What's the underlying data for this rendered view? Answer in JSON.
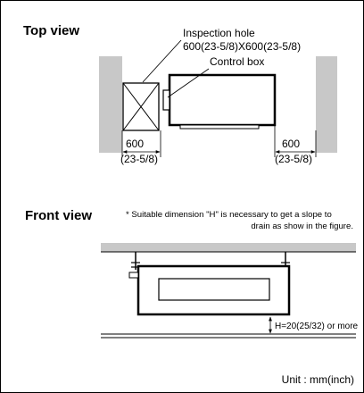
{
  "top_view": {
    "title": "Top view",
    "inspection_hole_label": "Inspection hole",
    "inspection_hole_size": "600(23-5/8)X600(23-5/8)",
    "control_box_label": "Control box",
    "left_dim_value": "600",
    "left_dim_inch": "(23-5/8)",
    "right_dim_value": "600",
    "right_dim_inch": "(23-5/8)"
  },
  "front_view": {
    "title": "Front view",
    "note_line1": "* Suitable dimension \"H\" is necessary to get a slope to",
    "note_line2": "drain as show in the figure.",
    "height_label": "H=20(25/32) or more"
  },
  "unit_label": "Unit : mm(inch)",
  "colors": {
    "wall_gray": "#c8c8c8",
    "stroke": "#000000",
    "background": "#ffffff"
  }
}
